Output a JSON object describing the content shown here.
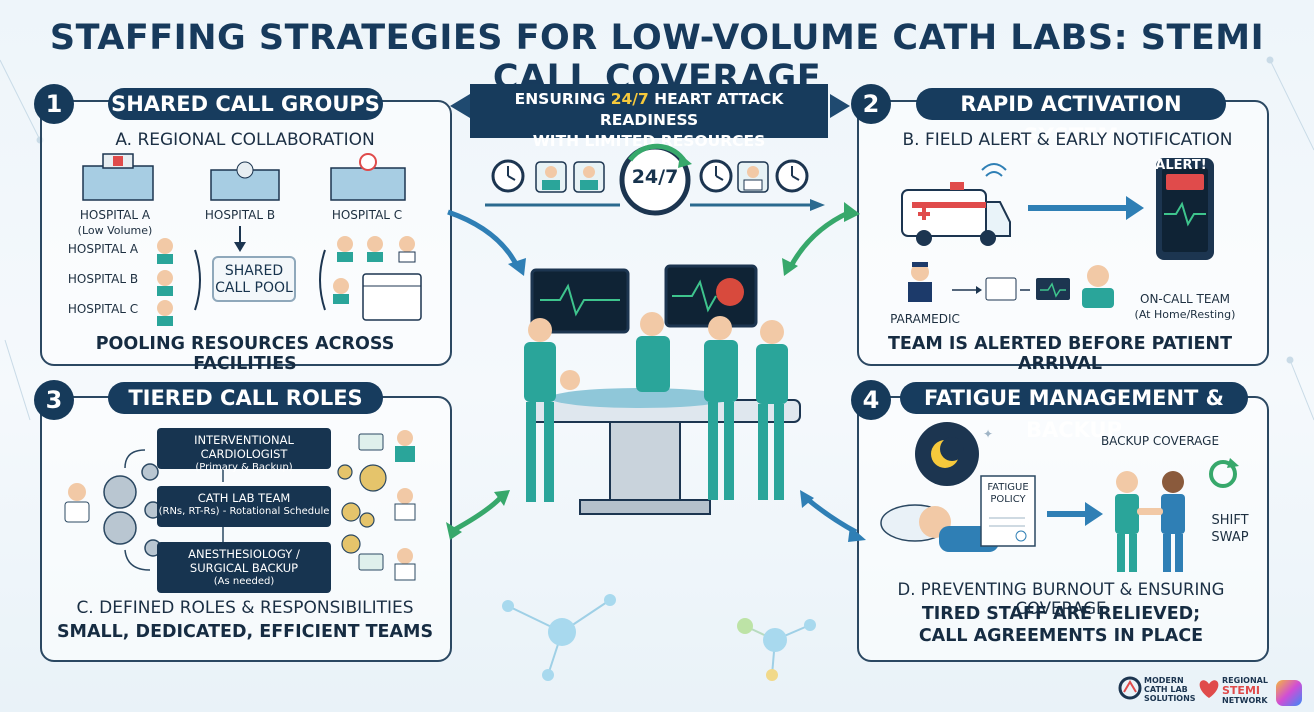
{
  "title": "STAFFING STRATEGIES FOR LOW-VOLUME CATH LABS: STEMI CALL COVERAGE",
  "banner": {
    "line1_pre": "ENSURING ",
    "line1_hl": "24/7",
    "line1_post": " HEART ATTACK READINESS",
    "line2": "WITH LIMITED RESOURCES"
  },
  "clock_label": "24/7",
  "colors": {
    "navy": "#173b5c",
    "teal": "#2aa59a",
    "accent": "#f6c93c",
    "arrow": "#2f7fb5"
  },
  "panel1": {
    "number": "1",
    "heading": "SHARED CALL GROUPS",
    "subtitle": "A. REGIONAL COLLABORATION",
    "hospital_a": "HOSPITAL A",
    "hospital_a_note": "(Low Volume)",
    "hospital_b": "HOSPITAL B",
    "hospital_c": "HOSPITAL C",
    "list": [
      "HOSPITAL A",
      "HOSPITAL B",
      "HOSPITAL C"
    ],
    "pool_line1": "SHARED",
    "pool_line2": "CALL POOL",
    "footer": "POOLING RESOURCES ACROSS FACILITIES"
  },
  "panel2": {
    "number": "2",
    "heading": "RAPID ACTIVATION SYSTEM",
    "subtitle": "B. FIELD ALERT & EARLY NOTIFICATION",
    "alert": "ALERT!",
    "paramedic": "PARAMEDIC",
    "oncall": "ON-CALL TEAM",
    "oncall_note": "(At Home/Resting)",
    "footer": "TEAM IS ALERTED BEFORE PATIENT ARRIVAL"
  },
  "panel3": {
    "number": "3",
    "heading": "TIERED CALL ROLES",
    "roles": [
      {
        "title": "INTERVENTIONAL CARDIOLOGIST",
        "note": "(Primary & Backup)"
      },
      {
        "title": "CATH LAB TEAM",
        "note": "(RNs, RT-Rs) - Rotational Schedule"
      },
      {
        "title": "ANESTHESIOLOGY /",
        "title2": "SURGICAL BACKUP",
        "note": "(As needed)"
      }
    ],
    "subtitle": "C. DEFINED ROLES & RESPONSIBILITIES",
    "footer": "SMALL, DEDICATED, EFFICIENT TEAMS"
  },
  "panel4": {
    "number": "4",
    "heading": "FATIGUE MANAGEMENT & BACKUP",
    "backup": "BACKUP COVERAGE",
    "policy_line1": "FATIGUE",
    "policy_line2": "POLICY",
    "swap_line1": "SHIFT",
    "swap_line2": "SWAP",
    "subtitle": "D. PREVENTING BURNOUT & ENSURING COVERAGE",
    "footer1": "TIRED STAFF ARE RELIEVED;",
    "footer2": "CALL AGREEMENTS IN PLACE"
  },
  "logos": {
    "modern": [
      "MODERN",
      "CATH LAB",
      "SOLUTIONS"
    ],
    "regional": [
      "REGIONAL",
      "STEMI",
      "NETWORK"
    ]
  }
}
